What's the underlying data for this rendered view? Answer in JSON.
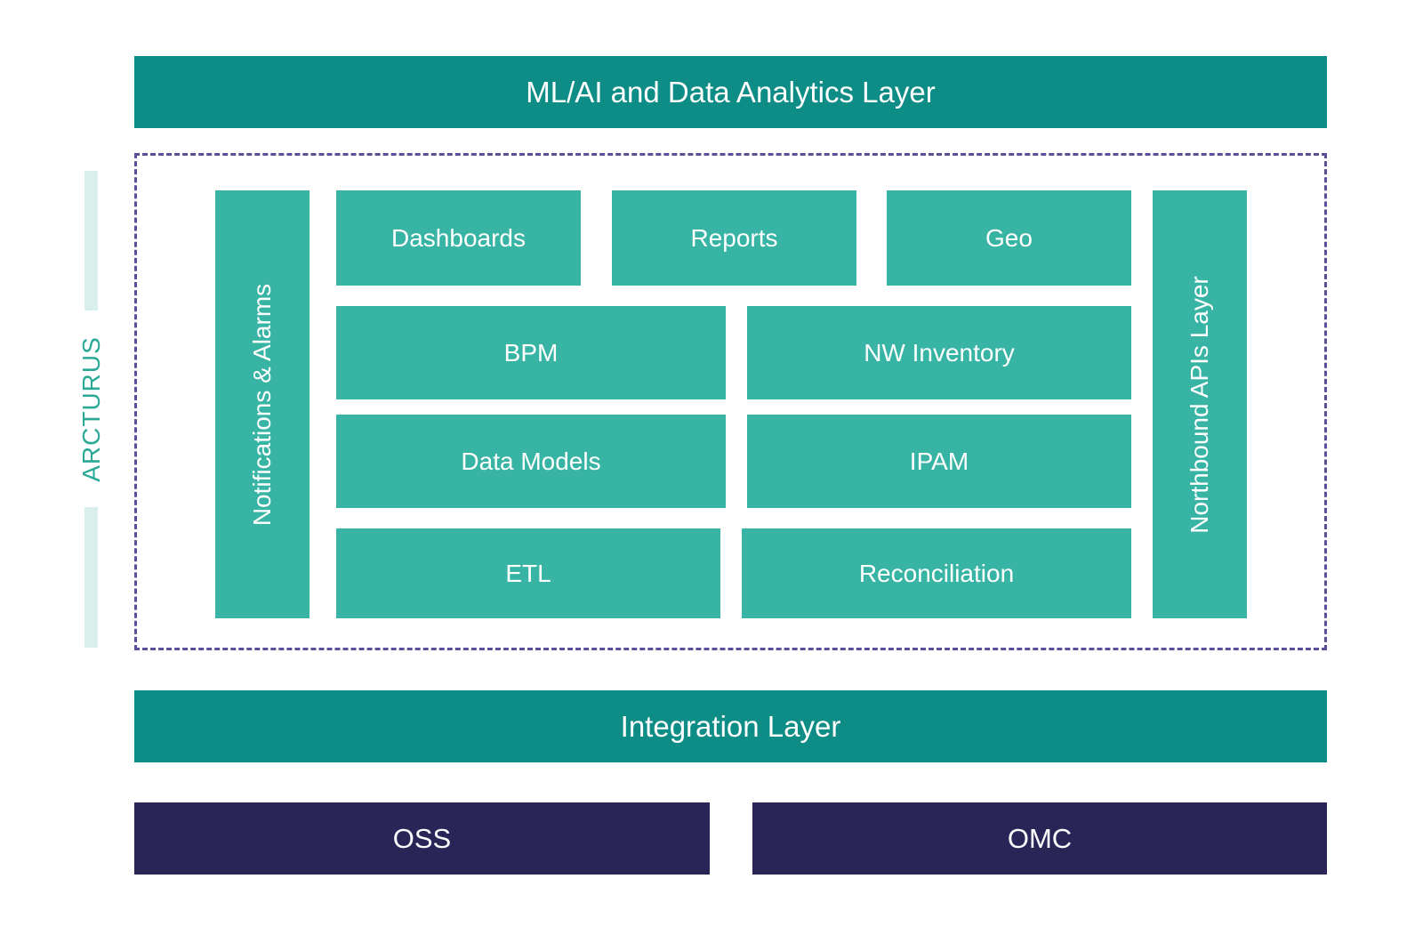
{
  "diagram": {
    "top_layer": "ML/AI and Data Analytics Layer",
    "side_label": "ARCTURUS",
    "left_column": "Notifications & Alarms",
    "right_column": "Northbound APIs Layer",
    "modules": {
      "dashboards": "Dashboards",
      "reports": "Reports",
      "geo": "Geo",
      "bpm": "BPM",
      "nw_inventory": "NW Inventory",
      "data_models": "Data Models",
      "ipam": "IPAM",
      "etl": "ETL",
      "reconciliation": "Reconciliation"
    },
    "integration_layer": "Integration Layer",
    "systems": {
      "oss": "OSS",
      "omc": "OMC"
    }
  },
  "colors": {
    "layer_teal": "#0e8c86",
    "module_teal": "#37b4a3",
    "system_navy": "#2a2557",
    "dashed_border": "#5b4e9a",
    "side_label": "#2aa996",
    "side_bar": "#d9efec"
  }
}
